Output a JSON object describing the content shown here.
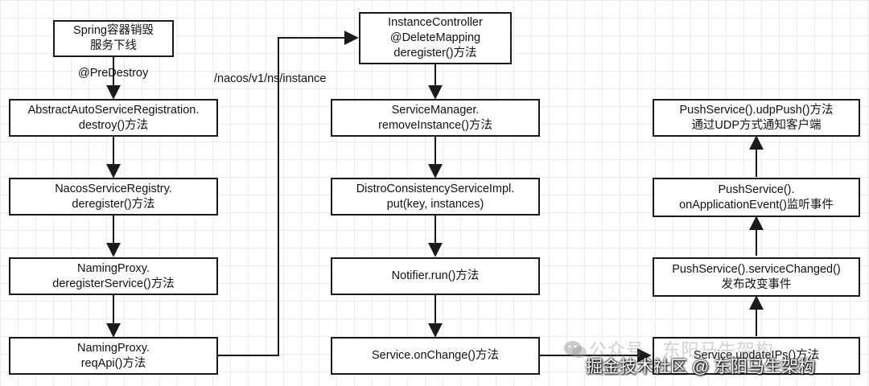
{
  "nodes": {
    "spring_destroy": [
      "Spring容器销毁",
      "服务下线"
    ],
    "abstract_auto": [
      "AbstractAutoServiceRegistration.",
      "destroy()方法"
    ],
    "nacos_registry": [
      "NacosServiceRegistry.",
      "deregister()方法"
    ],
    "naming_deregister": [
      "NamingProxy.",
      "deregisterService()方法"
    ],
    "naming_reqapi": [
      "NamingProxy.",
      "reqApi()方法"
    ],
    "instance_controller": [
      "InstanceController",
      "@DeleteMapping",
      "deregister()方法"
    ],
    "service_manager": [
      "ServiceManager.",
      "removeInstance()方法"
    ],
    "distro_put": [
      "DistroConsistencyServiceImpl.",
      "put(key, instances)"
    ],
    "notifier_run": [
      "Notifier.run()方法"
    ],
    "service_onchange": [
      "Service.onChange()方法"
    ],
    "service_updateips": [
      "Service.updateIPs()方法"
    ],
    "push_changed": [
      "PushService().serviceChanged()",
      "发布改变事件"
    ],
    "push_onevent": [
      "PushService().",
      "onApplicationEvent()监听事件"
    ],
    "push_udp": [
      "PushService().udpPush()方法",
      "通过UDP方式通知客户端"
    ]
  },
  "edge_labels": {
    "predestroy": "@PreDestroy",
    "api_path": "/nacos/v1/ns/instance"
  },
  "watermark": {
    "faint": "公众号 · 东阳马生架构",
    "main": "掘金技术社区 @ 东阳马生架构"
  }
}
